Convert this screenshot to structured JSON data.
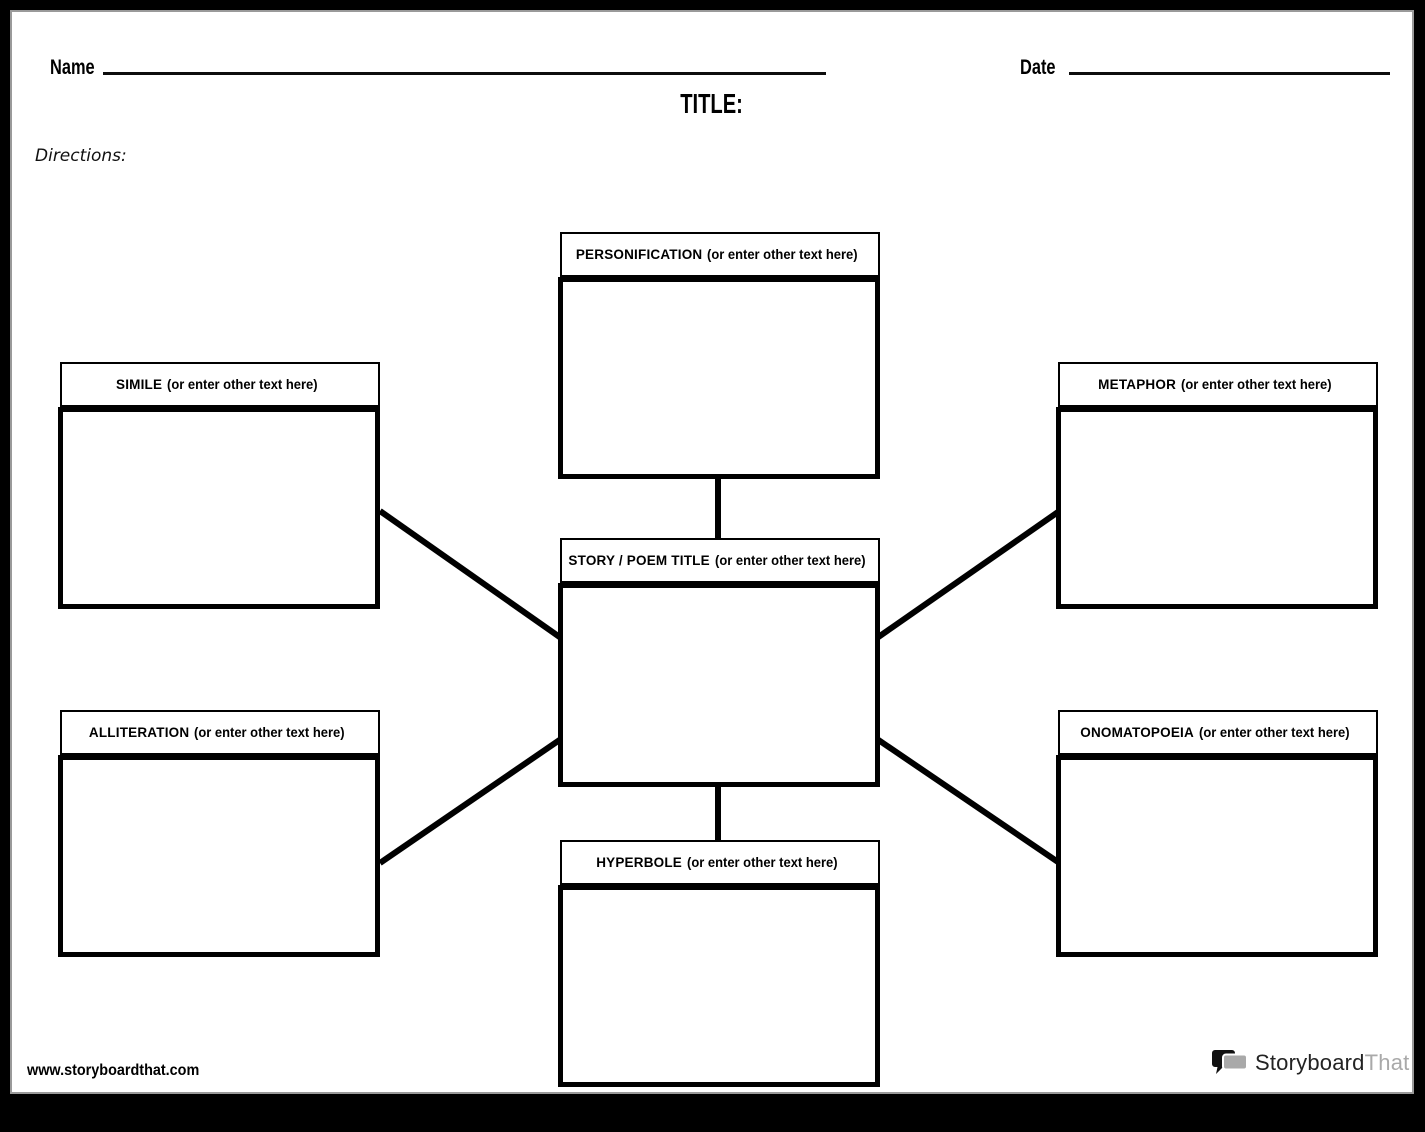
{
  "header": {
    "name_label": "Name",
    "date_label": "Date",
    "title": "TITLE:",
    "directions_label": "Directions:"
  },
  "boxes": {
    "personification": {
      "category": "PERSONIFICATION",
      "hint": "(or enter other text here)"
    },
    "simile": {
      "category": "SIMILE",
      "hint": "(or enter other text here)"
    },
    "metaphor": {
      "category": "METAPHOR",
      "hint": "(or enter other text here)"
    },
    "story_poem_title": {
      "category": "STORY / POEM TITLE",
      "hint": "(or enter other text here)"
    },
    "alliteration": {
      "category": "ALLITERATION",
      "hint": "(or enter other text here)"
    },
    "onomatopoeia": {
      "category": "ONOMATOPOEIA",
      "hint": "(or enter other text here)"
    },
    "hyperbole": {
      "category": "HYPERBOLE",
      "hint": "(or enter other text here)"
    }
  },
  "footer": {
    "website": "www.storyboardthat.com",
    "logo_text_primary": "Storyboard",
    "logo_text_secondary": "That"
  },
  "colors": {
    "frame": "#000000",
    "page": "#ffffff",
    "page_edge": "#9a9a9a",
    "line": "#000000",
    "logo_bubble_dark": "#111111",
    "logo_bubble_gray": "#a9a9a9",
    "logo_text_secondary": "#a9a9a9"
  }
}
